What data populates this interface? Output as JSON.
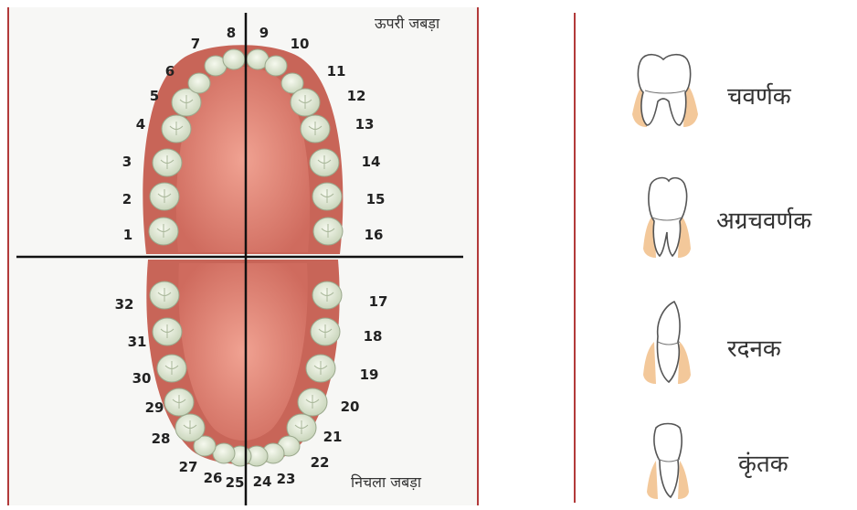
{
  "jaw": {
    "upper_label": "ऊपरी जबड़ा",
    "lower_label": "निचला जबड़ा"
  },
  "upper_teeth": [
    "1",
    "2",
    "3",
    "4",
    "5",
    "6",
    "7",
    "8",
    "9",
    "10",
    "11",
    "12",
    "13",
    "14",
    "15",
    "16"
  ],
  "lower_teeth": [
    "17",
    "18",
    "19",
    "20",
    "21",
    "22",
    "23",
    "24",
    "25",
    "26",
    "27",
    "28",
    "29",
    "30",
    "31",
    "32"
  ],
  "tooth_types": [
    {
      "label": "चवर्णक",
      "icon": "molar-icon"
    },
    {
      "label": "अग्रचवर्णक",
      "icon": "premolar-icon"
    },
    {
      "label": "रदनक",
      "icon": "canine-icon"
    },
    {
      "label": "कृंतक",
      "icon": "incisor-icon"
    }
  ],
  "colors": {
    "border": "#b23a3a",
    "gum": "#d9776b",
    "palate": "#e99585",
    "tooth": "#e3ebd8",
    "root": "#f3c89a"
  }
}
